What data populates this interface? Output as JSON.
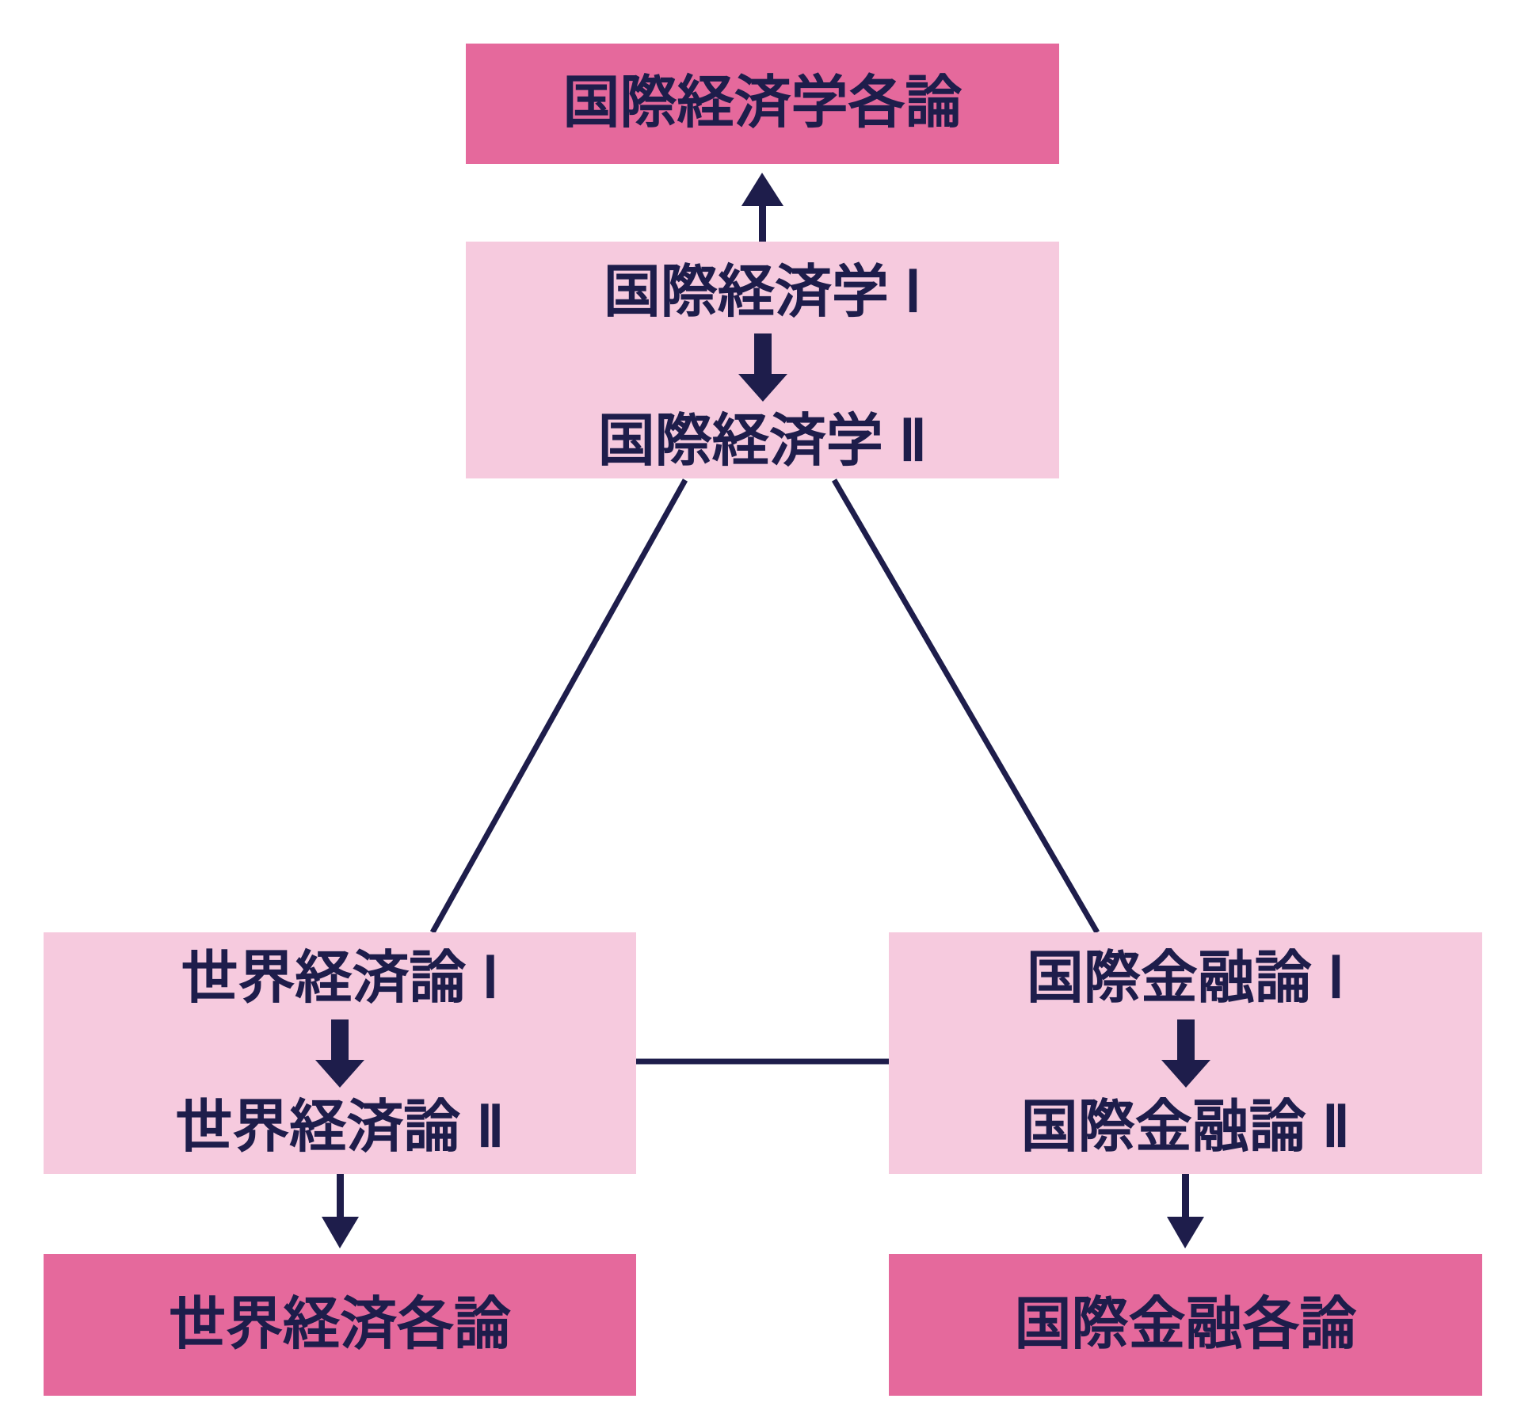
{
  "diagram": {
    "title_hint": "経済系科目の履修フロー図",
    "colors": {
      "dark_pink": "#E5699C",
      "light_pink": "#F6CADE",
      "navy": "#1E1D4B",
      "background": "#FFFFFF"
    },
    "nodes": {
      "intl_econ_specialized": {
        "label": "国際経済学各論"
      },
      "intl_econ": {
        "course1": "国際経済学 Ⅰ",
        "course2": "国際経済学 Ⅱ"
      },
      "world_econ": {
        "course1": "世界経済論 Ⅰ",
        "course2": "世界経済論 Ⅱ"
      },
      "world_econ_specialized": {
        "label": "世界経済各論"
      },
      "intl_finance": {
        "course1": "国際金融論 Ⅰ",
        "course2": "国際金融論 Ⅱ"
      },
      "intl_finance_specialized": {
        "label": "国際金融各論"
      }
    },
    "connections": [
      {
        "from": "intl_econ.course1",
        "to": "intl_econ.course2",
        "connector": "thick-down-arrow"
      },
      {
        "from": "intl_econ",
        "to": "intl_econ_specialized",
        "connector": "up-arrow"
      },
      {
        "from": "intl_econ",
        "to": "world_econ",
        "connector": "plain-line"
      },
      {
        "from": "intl_econ",
        "to": "intl_finance",
        "connector": "plain-line"
      },
      {
        "from": "world_econ",
        "to": "intl_finance",
        "connector": "plain-line"
      },
      {
        "from": "world_econ.course1",
        "to": "world_econ.course2",
        "connector": "thick-down-arrow"
      },
      {
        "from": "world_econ",
        "to": "world_econ_specialized",
        "connector": "down-arrow"
      },
      {
        "from": "intl_finance.course1",
        "to": "intl_finance.course2",
        "connector": "thick-down-arrow"
      },
      {
        "from": "intl_finance",
        "to": "intl_finance_specialized",
        "connector": "down-arrow"
      }
    ]
  }
}
